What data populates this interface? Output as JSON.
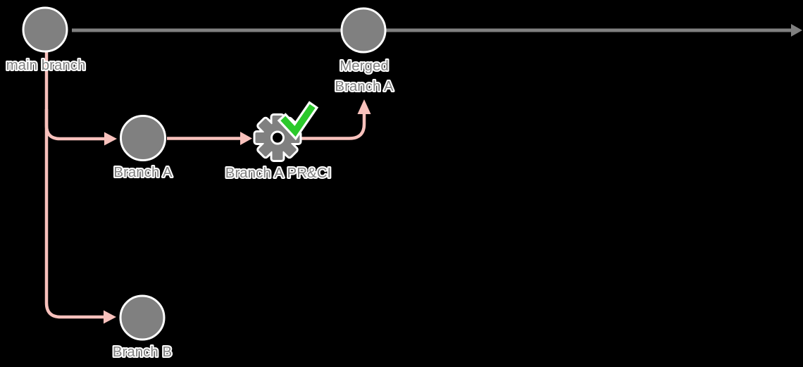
{
  "diagram": {
    "type": "git-branching-flow",
    "colors": {
      "background": "#000000",
      "node_fill": "#808080",
      "node_outline": "#ffffff",
      "timeline": "#808080",
      "branch_line": "#f8c1bc",
      "check_green": "#2bc92b",
      "label_text": "#808080",
      "label_outline": "#ffffff"
    },
    "icons": {
      "ci": "gear-icon",
      "status": "check-icon"
    },
    "labels": {
      "main": "main branch",
      "merged_line1": "Merged",
      "merged_line2": "Branch A",
      "branch_a": "Branch A",
      "pr_ci": "Branch A PR&CI",
      "branch_b": "Branch B"
    }
  }
}
